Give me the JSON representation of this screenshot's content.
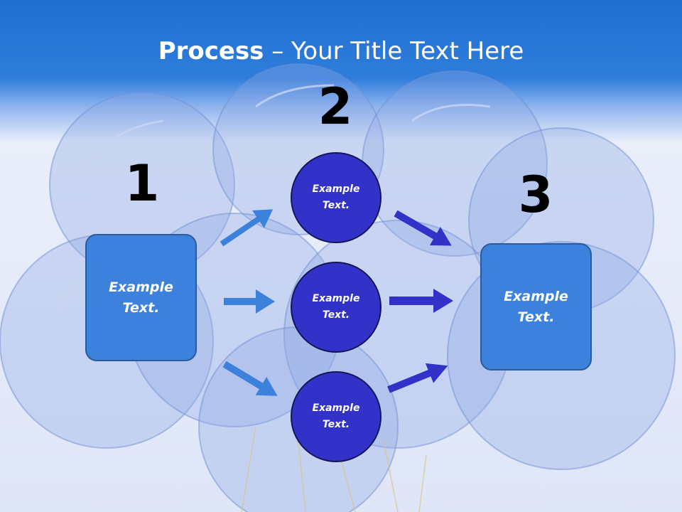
{
  "title": {
    "strong": "Process",
    "rest": " – Your Title Text Here"
  },
  "steps": {
    "one": "1",
    "two": "2",
    "three": "3"
  },
  "left_box": {
    "text": "Example\nText."
  },
  "right_box": {
    "text": "Example\nText."
  },
  "circles": [
    {
      "text": "Example\nText."
    },
    {
      "text": "Example\nText."
    },
    {
      "text": "Example\nText."
    }
  ],
  "colors": {
    "box_fill": "#3c82dc",
    "circle_fill": "#3232c8",
    "arrow_light": "#3c82dc",
    "arrow_dark": "#3232c8"
  }
}
